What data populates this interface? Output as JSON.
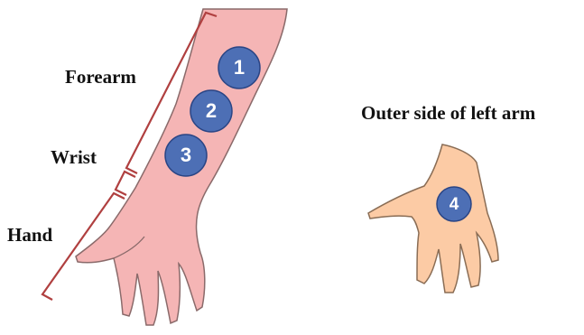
{
  "labels": {
    "forearm": "Forearm",
    "wrist": "Wrist",
    "hand": "Hand",
    "outer_side": "Outer side of left arm"
  },
  "markers": [
    {
      "number": "1"
    },
    {
      "number": "2"
    },
    {
      "number": "3"
    },
    {
      "number": "4"
    }
  ],
  "colors": {
    "arm_skin": "#f5b5b5",
    "arm_outline": "#8a6a6a",
    "hand_skin": "#fccba5",
    "hand_outline": "#8a6d55",
    "bracket": "#b04040",
    "marker_fill": "#4d6fb5",
    "marker_outline": "#2a4585",
    "marker_text": "#ffffff"
  }
}
